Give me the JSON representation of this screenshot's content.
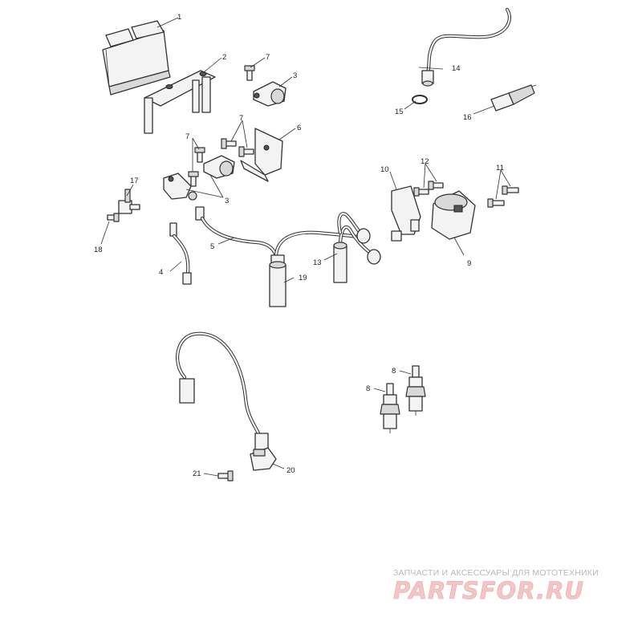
{
  "callouts": {
    "c1": "1",
    "c2": "2",
    "c3a": "3",
    "c3b": "3",
    "c4": "4",
    "c5": "5",
    "c6": "6",
    "c7a": "7",
    "c7b": "7",
    "c7c": "7",
    "c8a": "8",
    "c8b": "8",
    "c9": "9",
    "c10": "10",
    "c11": "11",
    "c12": "12",
    "c13": "13",
    "c14": "14",
    "c15": "15",
    "c16": "16",
    "c17": "17",
    "c18": "18",
    "c19": "19",
    "c20": "20",
    "c21": "21"
  },
  "watermark": {
    "tagline": "ЗАПЧАСТИ И АКСЕССУАРЫ ДЛЯ МОТОТЕХНИКИ",
    "logo": "PARTSFOR.RU"
  }
}
